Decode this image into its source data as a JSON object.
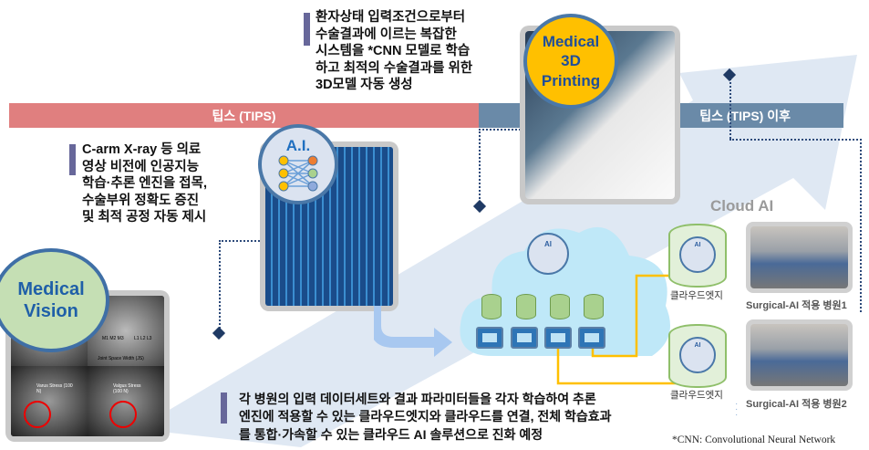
{
  "top_note": [
    "환자상태 입력조건으로부터",
    "수술결과에 이르는 복잡한",
    "시스템을 *CNN 모델로 학습",
    "하고 최적의 수술결과를 위한",
    "3D모델 자동 생성"
  ],
  "left_note": [
    "C-arm X-ray 등 의료",
    "영상 비전에 인공지능",
    "학습·추론 엔진을 접목,",
    "수술부위 정확도 증진",
    "및 최적 공정 자동 제시"
  ],
  "bottom_note": [
    "각 병원의 입력 데이터세트와 결과 파라미터들을 각자 학습하여 추론",
    "엔진에 적용할 수 있는 클라우드엣지와 클라우드를 연결, 전체 학습효과",
    "를 통합·가속할 수 있는 클라우드 AI 솔루션으로 진화 예정"
  ],
  "timeline": {
    "tips": "팁스 (TIPS)",
    "after": "팁스 (TIPS) 이후",
    "tips_color": "#e07f7f",
    "after_color": "#6a8aa8"
  },
  "badges": {
    "printing": "Medical\n3D\nPrinting",
    "ai": "A.I.",
    "vision": "Medical\nVision",
    "cloud_ai_node": "AI"
  },
  "cloud": {
    "title": "Cloud AI",
    "edge1": "클라우드엣지",
    "edge2": "클라우드엣지",
    "hospital1": "Surgical-AI 적용 병원1",
    "hospital2": "Surgical-AI 적용 병원2"
  },
  "xray_labels": {
    "joint": "Joint Space Width (JS)",
    "m": "M1 M2 M3",
    "l": "L1 L2 L3",
    "varus": "Varus Stress (100 N)",
    "valgus": "Valgus Stress (100 N)"
  },
  "footnote": "*CNN: Convolutional Neural Network"
}
